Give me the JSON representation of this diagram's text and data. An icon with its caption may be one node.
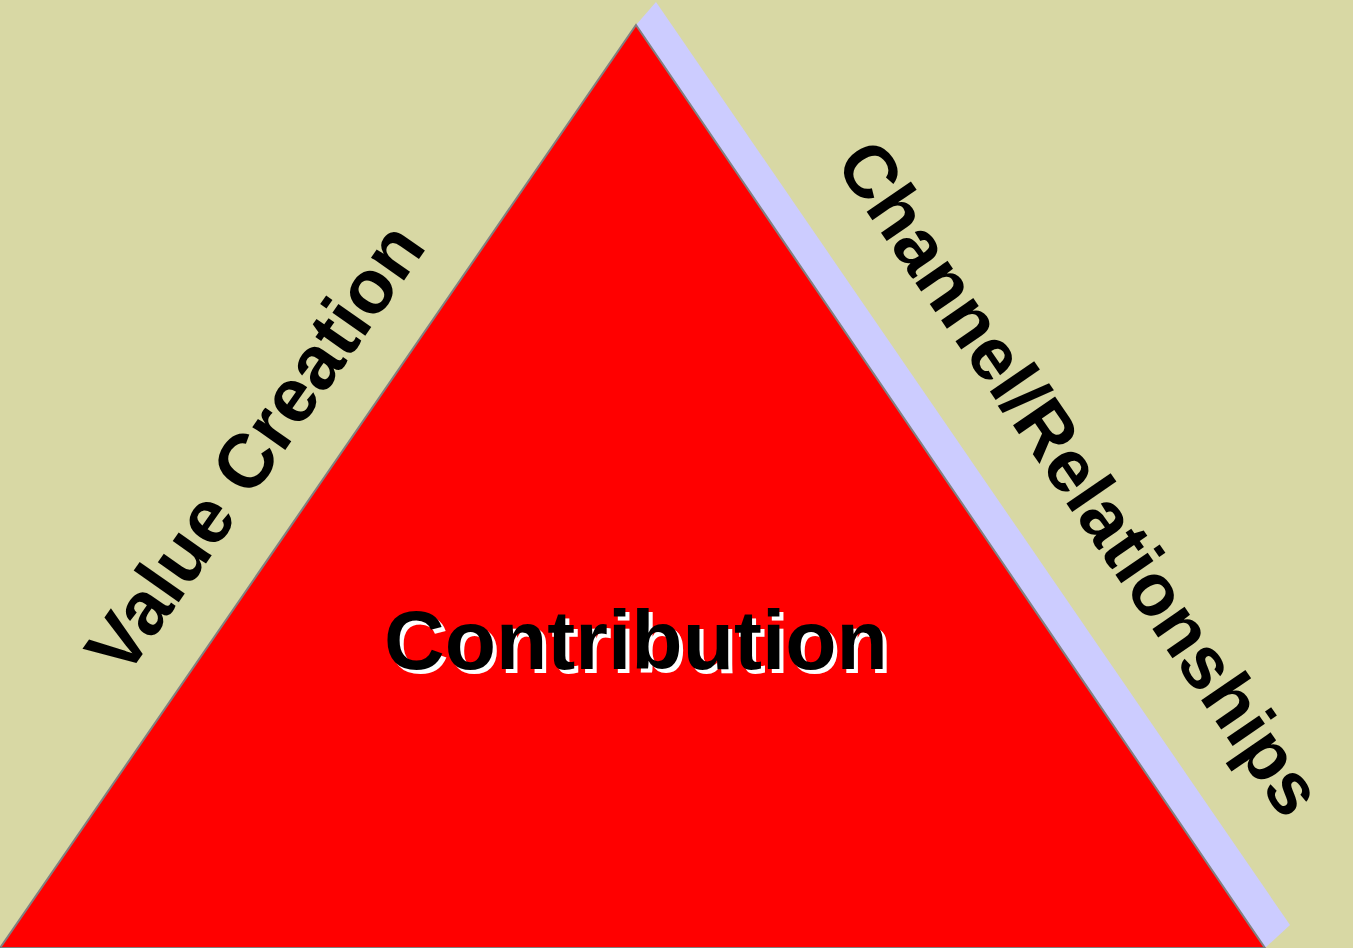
{
  "diagram": {
    "nodes": [
      {
        "text": [
          "Contribution"
        ]
      }
    ],
    "labels": [
      "Value Creation",
      "Channel/Relationships"
    ]
  }
}
